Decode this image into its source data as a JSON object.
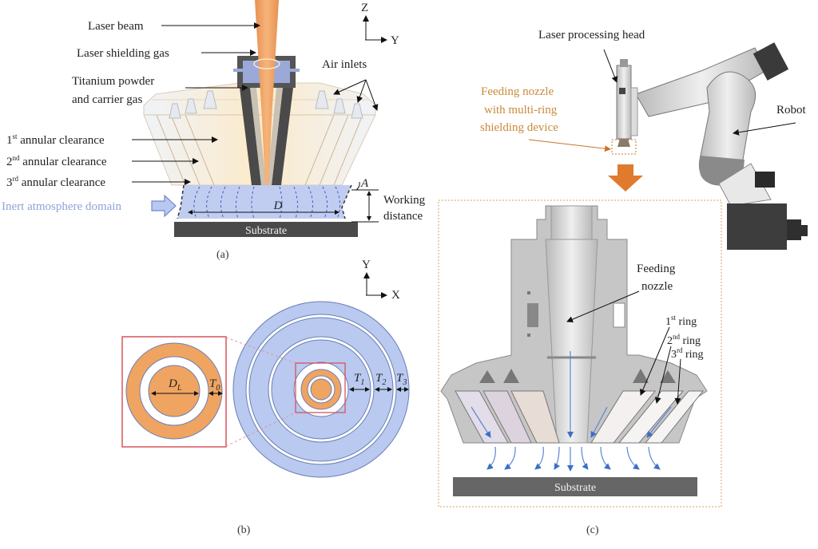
{
  "panel_a": {
    "caption": "(a)",
    "axes": {
      "vertical": "Z",
      "horizontal": "Y"
    },
    "labels": {
      "laser_beam": "Laser beam",
      "laser_shielding_gas": "Laser shielding gas",
      "titanium_powder_line1": "Titanium powder",
      "titanium_powder_line2": "and carrier gas",
      "air_inlets": "Air inlets",
      "clearance_1_num": "1",
      "clearance_1_sup": "st",
      "clearance_2_num": "2",
      "clearance_2_sup": "nd",
      "clearance_3_num": "3",
      "clearance_3_sup": "rd",
      "clearance_suffix": " annular clearance",
      "inert_domain": "Inert atmosphere domain",
      "angle": "A",
      "diameter": "D",
      "working_distance_line1": "Working",
      "working_distance_line2": "distance",
      "substrate": "Substrate"
    },
    "colors": {
      "laser": "#f0a466",
      "gas_domain": "#b8c8f0",
      "cone": "#fdf1d8",
      "substrate": "#4a4a4a"
    }
  },
  "panel_b": {
    "caption": "(b)",
    "axes": {
      "vertical": "Y",
      "horizontal": "X"
    },
    "labels": {
      "dl": "D",
      "dl_sub": "L",
      "t0": "T",
      "t0_sub": "0",
      "t1": "T",
      "t1_sub": "1",
      "t2": "T",
      "t2_sub": "2",
      "t3": "T",
      "t3_sub": "3"
    },
    "colors": {
      "ring_fill": "#b9c9ef",
      "core_fill": "#efa461",
      "zoom_box": "#d9535f"
    }
  },
  "panel_c": {
    "caption": "(c)",
    "labels": {
      "laser_processing_head": "Laser processing head",
      "feeding_nozzle_device_line1": "Feeding nozzle",
      "feeding_nozzle_device_line2": "with multi-ring",
      "feeding_nozzle_device_line3": "shielding device",
      "robot": "Robot",
      "feeding_nozzle_line1": "Feeding",
      "feeding_nozzle_line2": "nozzle",
      "ring_1_num": "1",
      "ring_1_sup": "st",
      "ring_2_num": "2",
      "ring_2_sup": "nd",
      "ring_3_num": "3",
      "ring_3_sup": "rd",
      "ring_suffix": " ring",
      "substrate": "Substrate"
    },
    "colors": {
      "accent_orange": "#e07a2e",
      "flow_arrows": "#4a78c8",
      "nozzle_body": "#c8c8c8"
    }
  }
}
